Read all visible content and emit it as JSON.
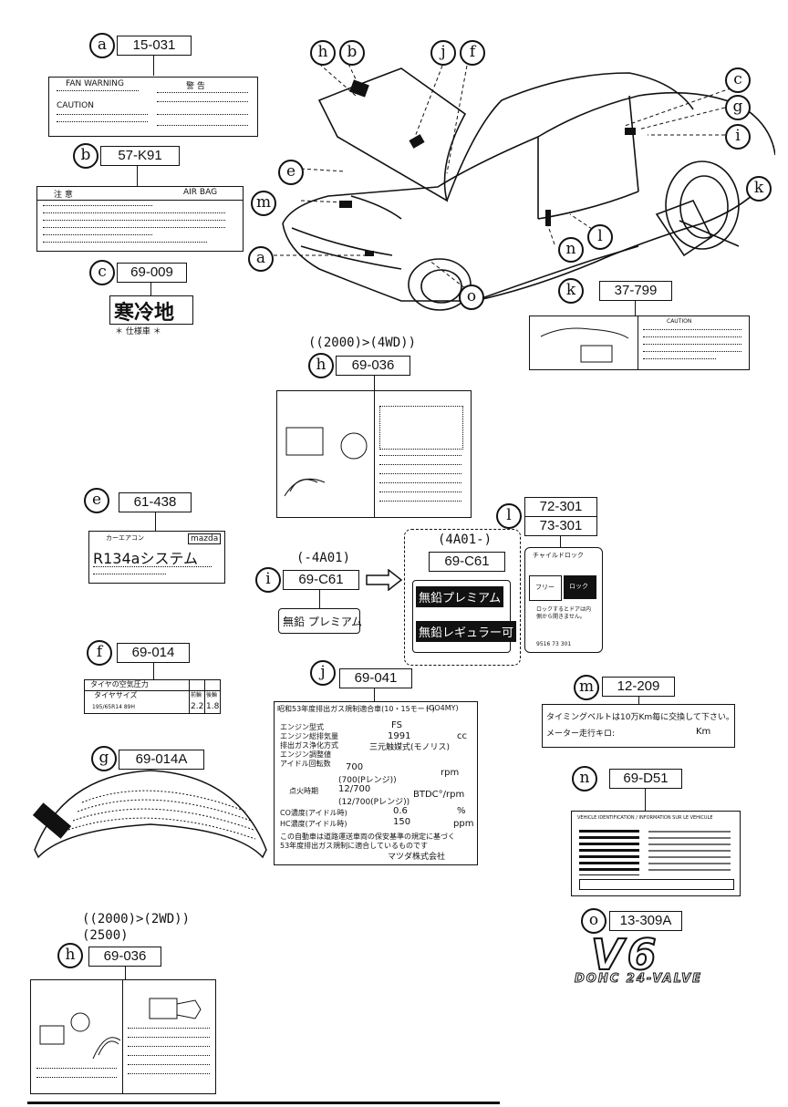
{
  "callouts": {
    "a": "a",
    "b": "b",
    "c": "c",
    "e": "e",
    "f": "f",
    "g": "g",
    "h": "h",
    "i": "i",
    "j": "j",
    "k": "k",
    "l": "l",
    "m": "m",
    "n": "n",
    "o": "o"
  },
  "parts": {
    "a": "15-031",
    "b": "57-K91",
    "c": "69-009",
    "h_top": "69-036",
    "e": "61-438",
    "i": "69-C61",
    "i_big": "69-C61",
    "l1": "72-301",
    "l2": "73-301",
    "f": "69-014",
    "g": "69-014A",
    "j": "69-041",
    "m": "12-209",
    "n": "69-D51",
    "o": "13-309A",
    "h_bottom": "69-036",
    "k": "37-799"
  },
  "notes": {
    "h_top": "((2000)>(4WD))",
    "i_small": "(-4A01)",
    "i_big": "(4A01-)",
    "h_bottom_1": "((2000)>(2WD))",
    "h_bottom_2": "(2500)"
  },
  "label_text": {
    "a_title": "FAN WARNING",
    "a_jp": "警 告",
    "a_caution": "CAUTION",
    "b_jp": "注 意",
    "b_airbag": "AIR BAG",
    "c_main": "寒冷地",
    "c_sub": "＊ 仕様車 ＊",
    "e_head": "カーエアコン",
    "e_brand": "mazda",
    "e_main": "R134aシステム",
    "i_small": "無鉛 プレミアム",
    "i_big1": "無鉛プレミアム",
    "i_big2": "無鉛レギュラー可",
    "l_head": "チャイルドロック",
    "l_free": "フリー",
    "l_lock": "ロック",
    "l_text": "ロックするとドアは内側から開きません。",
    "l_code": "9516 73 301",
    "f_head": "タイヤの空気圧力",
    "f_size": "タイヤサイズ",
    "f_front": "前輪",
    "f_rear": "後輪",
    "f_tire": "195/65R14 89H",
    "f_p1": "2.2",
    "f_p2": "1.8",
    "j_line1": "昭和53年度排出ガス規制適合車(10・15モード)",
    "j_code": "(GO4MY)",
    "j_r1": "エンジン型式",
    "j_v1": "FS",
    "j_r2": "エンジン総排気量",
    "j_v2": "1991",
    "j_u2": "cc",
    "j_r3": "排出ガス浄化方式",
    "j_v3": "三元触媒式(モノリス)",
    "j_r4": "エンジン調整値",
    "j_r5": "アイドル回転数",
    "j_v5a": "700",
    "j_v5b": "(700(Pレンジ))",
    "j_u5": "rpm",
    "j_r6": "点火時期",
    "j_v6a": "12/700",
    "j_v6b": "(12/700(Pレンジ))",
    "j_u6": "BTDC°/rpm",
    "j_r7": "CO濃度(アイドル時)",
    "j_v7": "0.6",
    "j_u7": "%",
    "j_r8": "HC濃度(アイドル時)",
    "j_v8": "150",
    "j_u8": "ppm",
    "j_foot1": "この自動車は道路運送車両の保安基準の規定に基づく",
    "j_foot2": "53年度排出ガス規制に適合しているものです",
    "j_maker": "マツダ株式会社",
    "m_line1": "タイミングベルトは10万Km毎に交換して下さい。",
    "m_line2": "メーター走行キロ:",
    "m_unit": "Km",
    "n_head": "VEHICLE IDENTIFICATION / INFORMATION SUR LE VEHICULE",
    "o_v6": "V6",
    "o_sub": "DOHC 24-VALVE",
    "k_caution": "CAUTION"
  }
}
